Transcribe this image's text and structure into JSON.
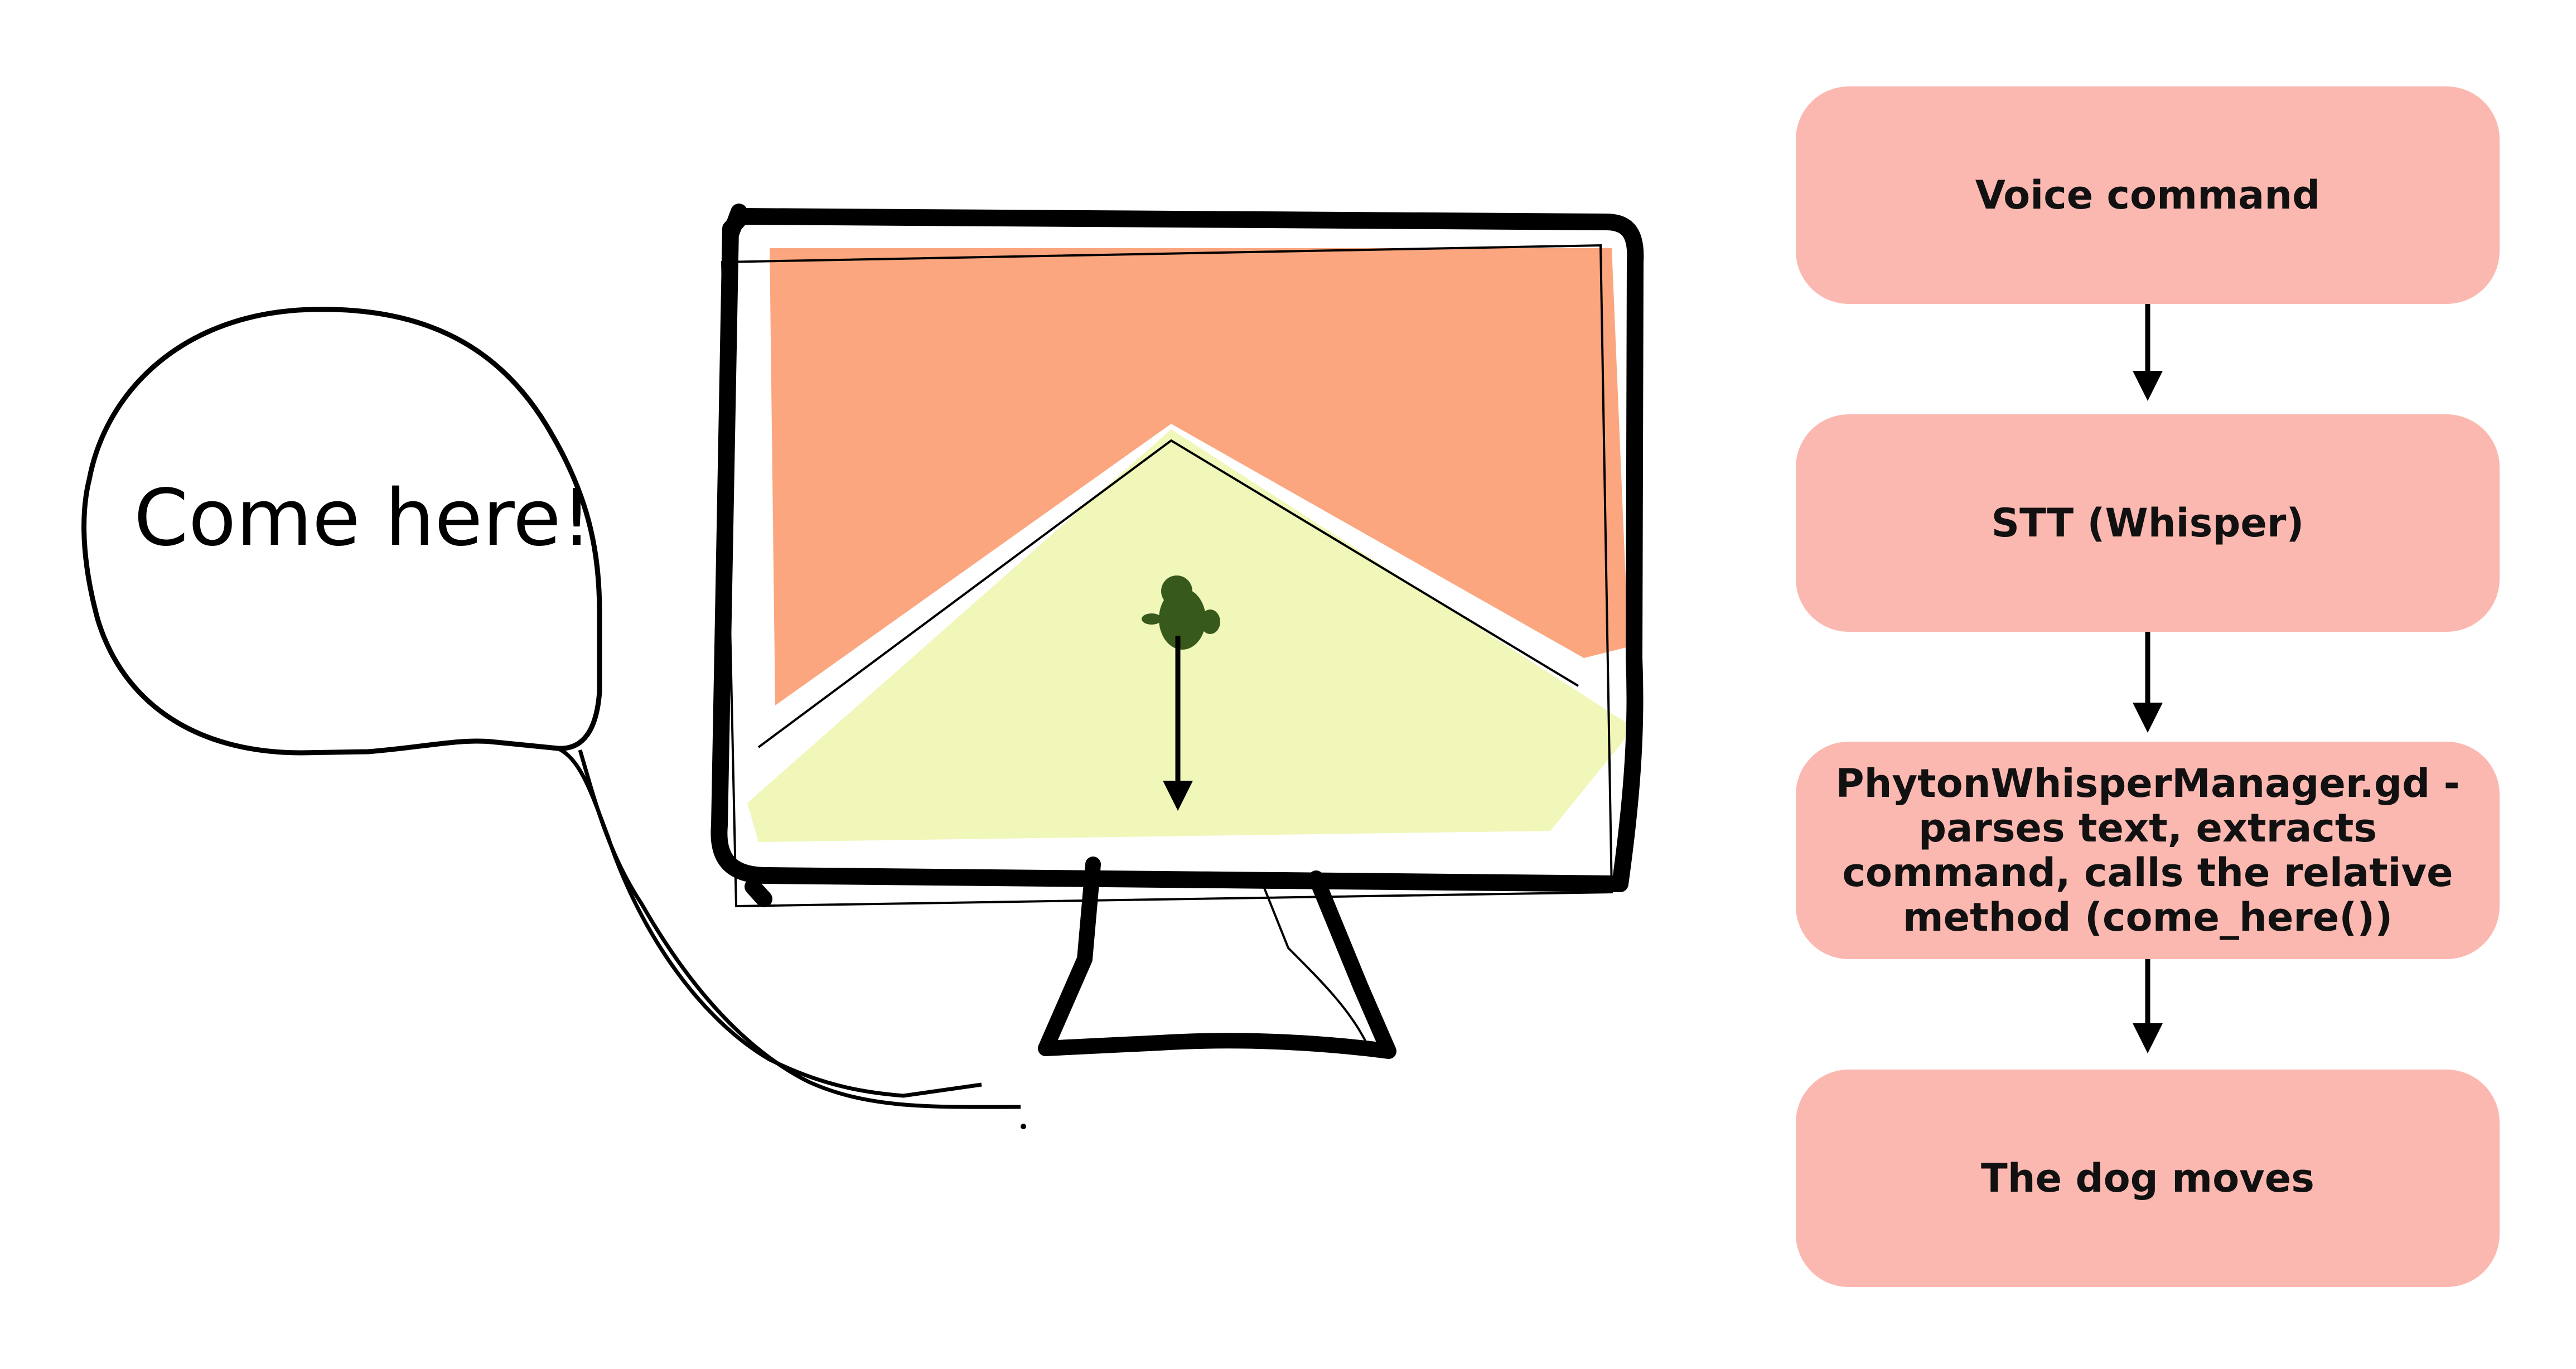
{
  "speech_bubble": {
    "text": "Come here!"
  },
  "flowchart": {
    "box_color": "#fbb8b1",
    "arrow_color": "#000000",
    "steps": [
      "Voice command",
      "STT (Whisper)",
      "PhytonWhisperManager.gd - parses text, extracts command, calls the relative method (come_here())",
      "The dog moves"
    ]
  },
  "monitor": {
    "upper_area_color": "#fba67f",
    "floor_area_color": "#f1f6b9",
    "dog_color": "#375a1c",
    "frame_color": "#000000"
  }
}
